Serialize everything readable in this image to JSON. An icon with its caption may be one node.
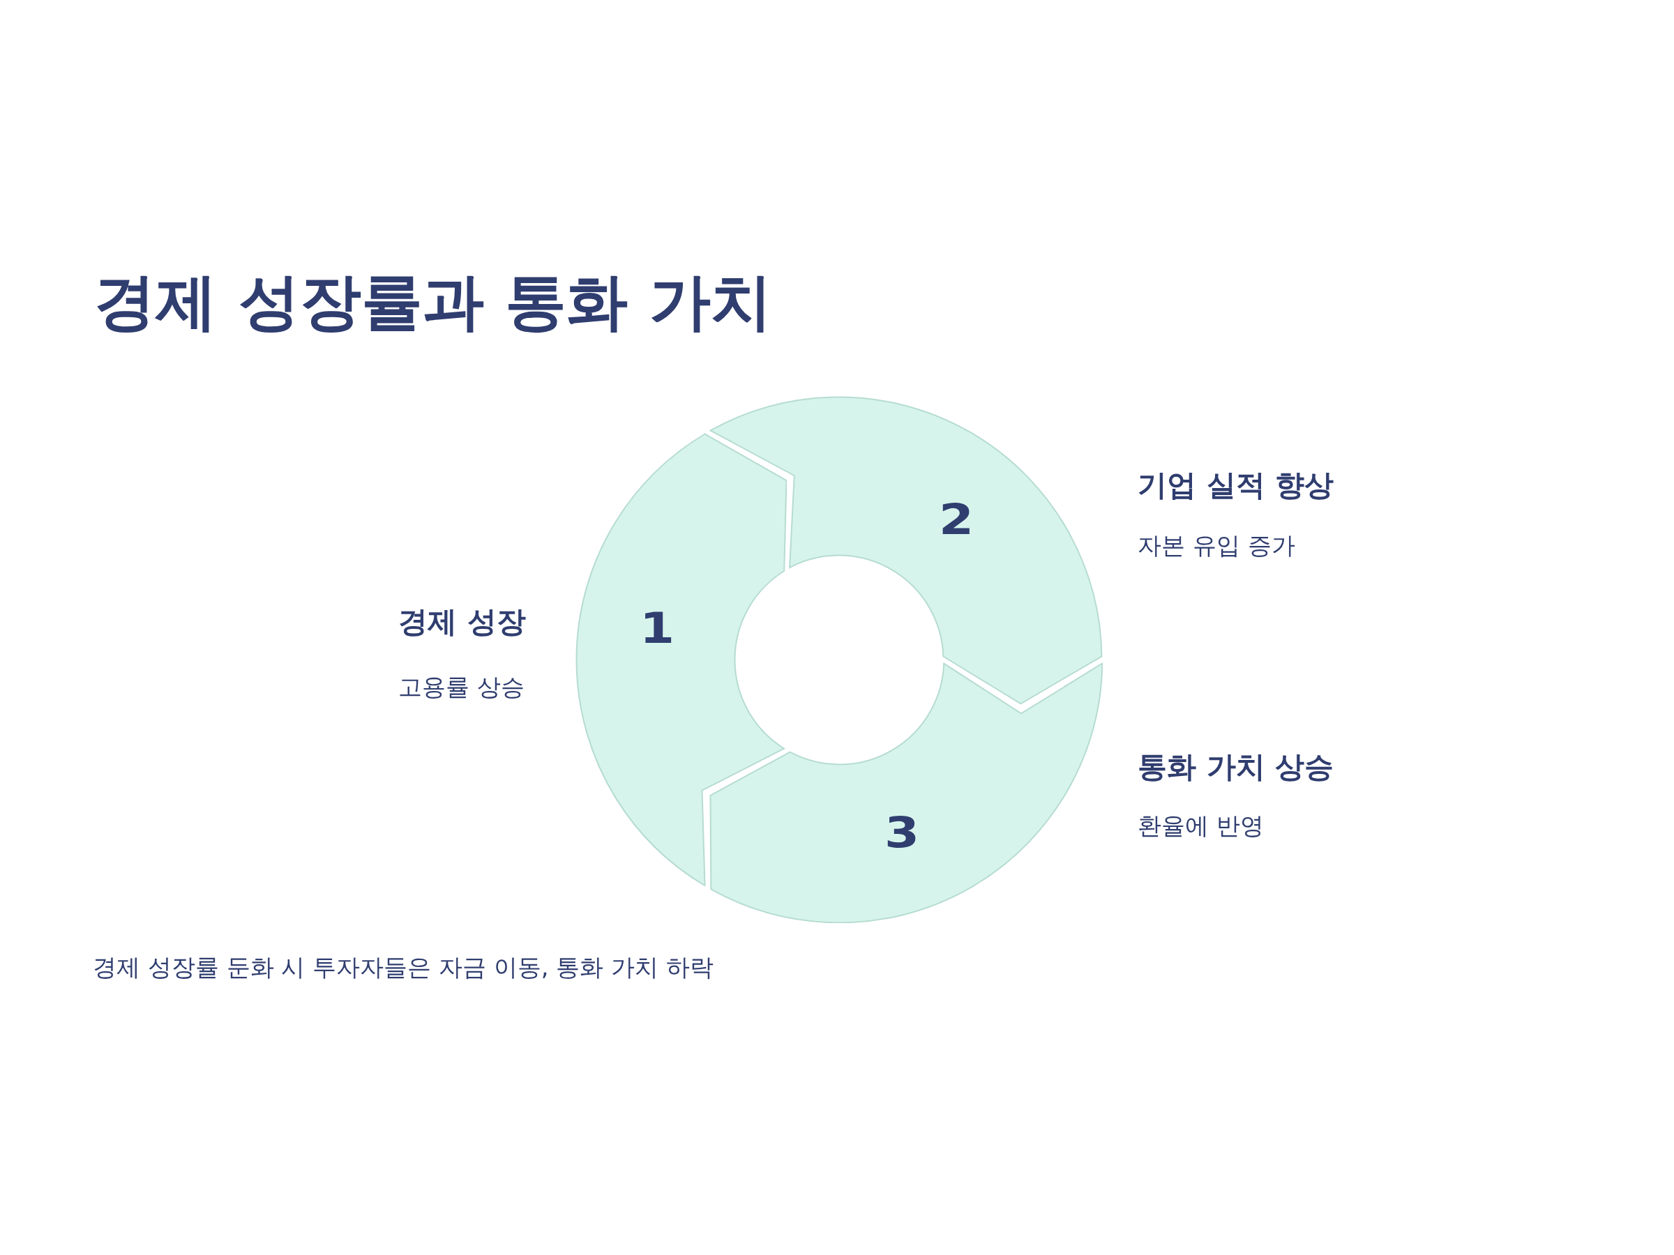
{
  "diagram": {
    "title": "경제 성장률과 통화 가치",
    "nodes": [
      {
        "text": [
          "1"
        ],
        "beside": [
          "경제 성장",
          "고용률 상승"
        ]
      },
      {
        "text": [
          "2"
        ],
        "beside": [
          "기업 실적 향상",
          "자본 유입 증가"
        ]
      },
      {
        "text": [
          "3"
        ],
        "beside": [
          "통화 가치 상승",
          "환율에 반영"
        ]
      }
    ],
    "labels": [
      "경제 성장률 둔화 시 투자자들은 자금 이동, 통화 가치 하락"
    ]
  }
}
